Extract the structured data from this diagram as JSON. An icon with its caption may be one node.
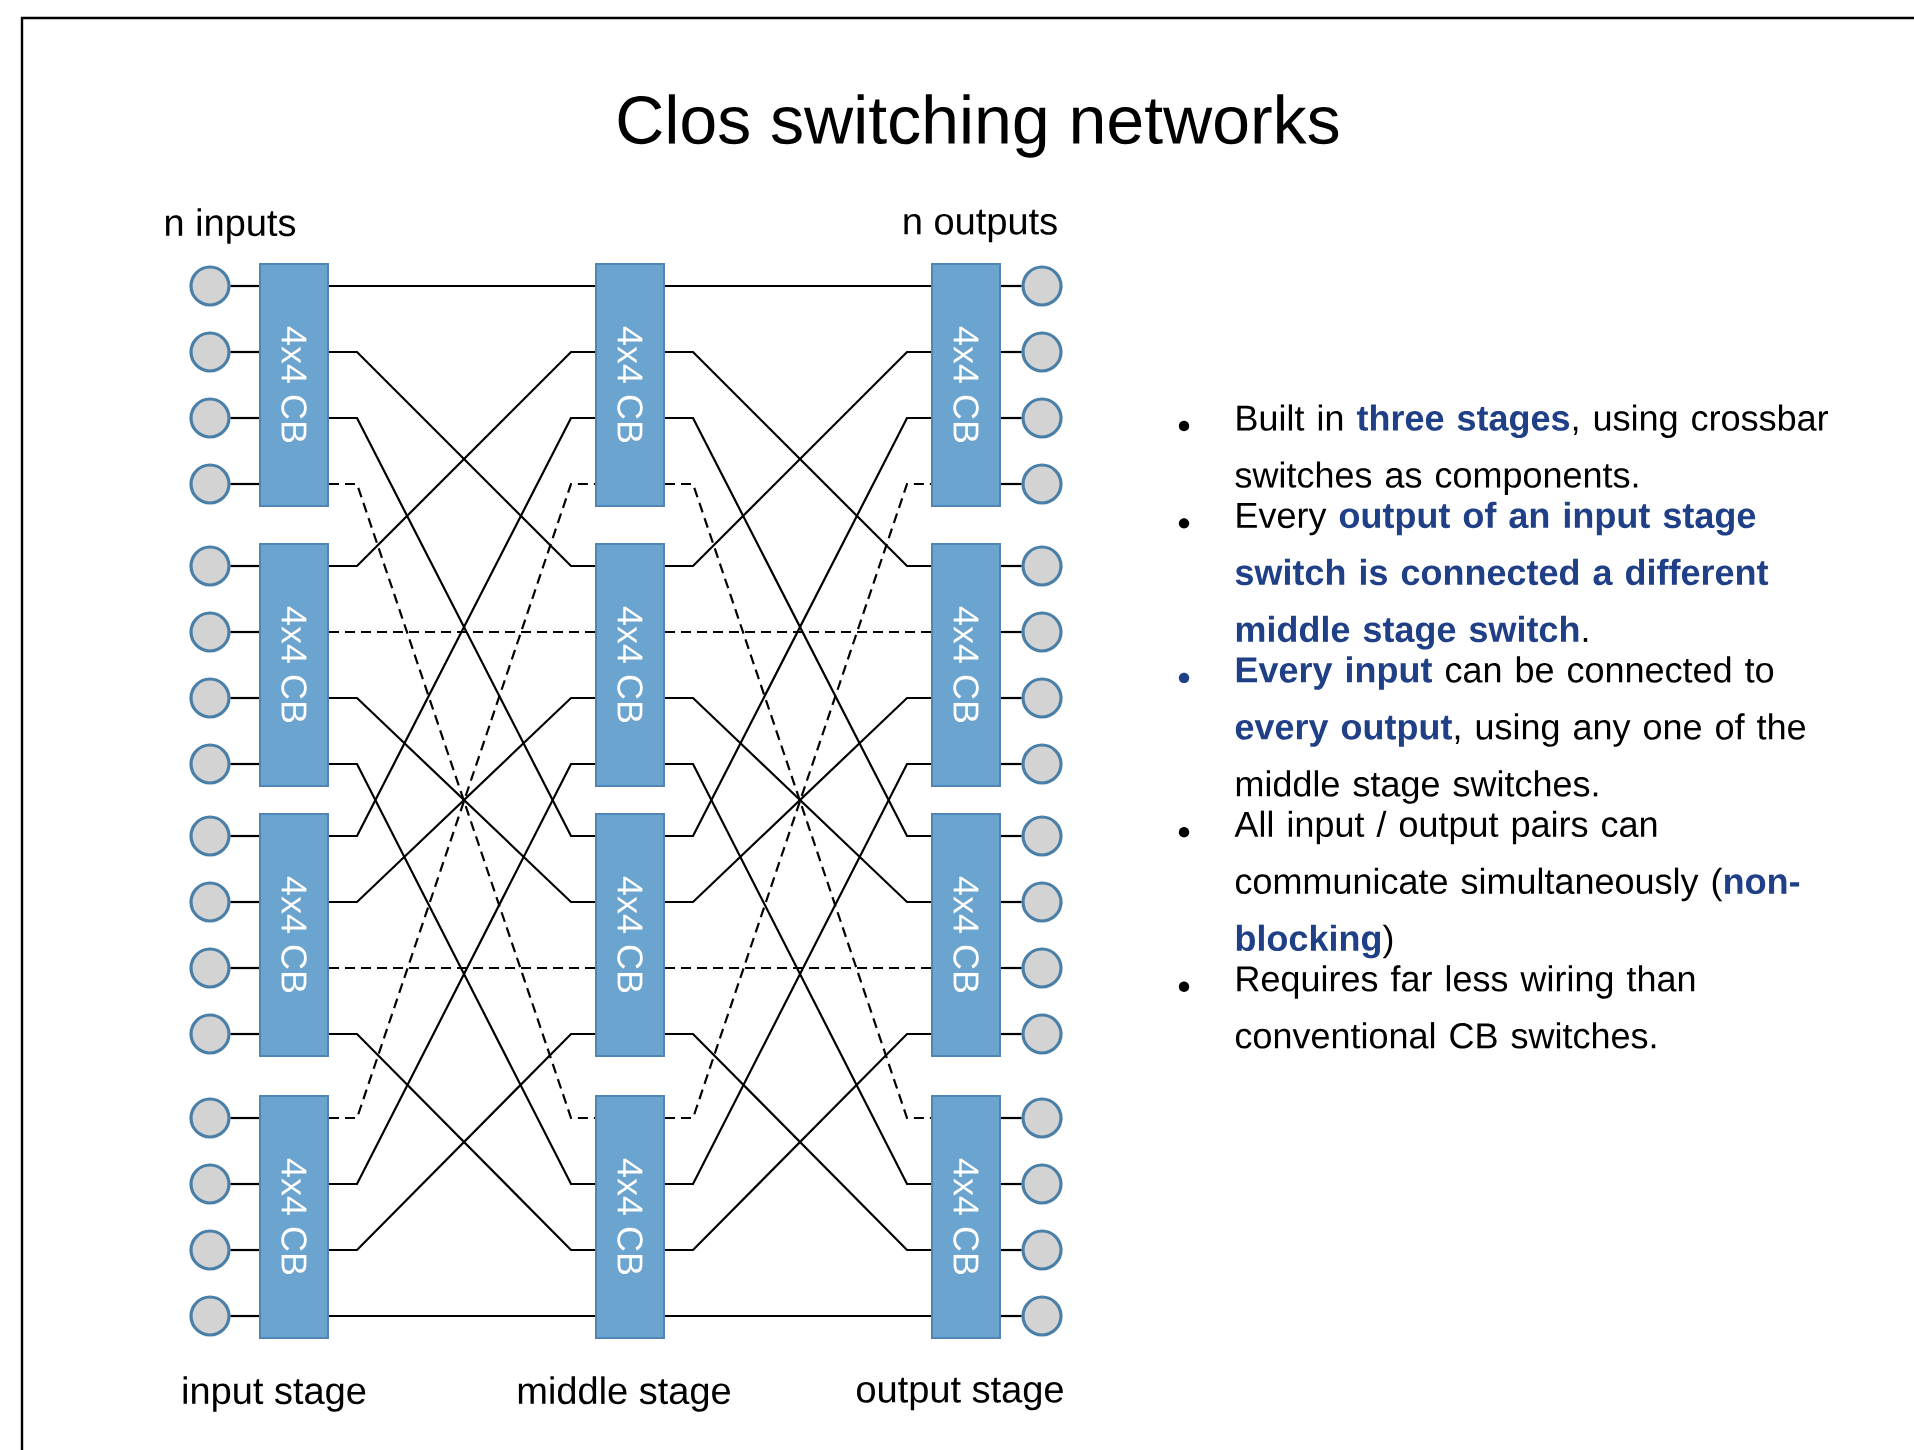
{
  "diagram": {
    "title": "Clos switching networks",
    "nodes": [
      {
        "text": [],
        "shape": "circle"
      },
      {
        "text": [],
        "shape": "circle"
      },
      {
        "text": [],
        "shape": "circle"
      },
      {
        "text": [],
        "shape": "circle"
      },
      {
        "text": [],
        "shape": "circle"
      },
      {
        "text": [],
        "shape": "circle"
      },
      {
        "text": [],
        "shape": "circle"
      },
      {
        "text": [],
        "shape": "circle"
      },
      {
        "text": [],
        "shape": "circle"
      },
      {
        "text": [],
        "shape": "circle"
      },
      {
        "text": [],
        "shape": "circle"
      },
      {
        "text": [],
        "shape": "circle"
      },
      {
        "text": [],
        "shape": "circle"
      },
      {
        "text": [],
        "shape": "circle"
      },
      {
        "text": [],
        "shape": "circle"
      },
      {
        "text": [],
        "shape": "circle"
      },
      {
        "text": [
          "4x4 CB"
        ]
      },
      {
        "text": [
          "4x4 CB"
        ]
      },
      {
        "text": [
          "4x4 CB"
        ]
      },
      {
        "text": [
          "4x4 CB"
        ]
      },
      {
        "text": [
          "4x4 CB"
        ]
      },
      {
        "text": [
          "4x4 CB"
        ]
      },
      {
        "text": [
          "4x4 CB"
        ]
      },
      {
        "text": [
          "4x4 CB"
        ]
      },
      {
        "text": [
          "4x4 CB"
        ]
      },
      {
        "text": [
          "4x4 CB"
        ]
      },
      {
        "text": [
          "4x4 CB"
        ]
      },
      {
        "text": [
          "4x4 CB"
        ]
      },
      {
        "text": [],
        "shape": "circle"
      },
      {
        "text": [],
        "shape": "circle"
      },
      {
        "text": [],
        "shape": "circle"
      },
      {
        "text": [],
        "shape": "circle"
      },
      {
        "text": [],
        "shape": "circle"
      },
      {
        "text": [],
        "shape": "circle"
      },
      {
        "text": [],
        "shape": "circle"
      },
      {
        "text": [],
        "shape": "circle"
      },
      {
        "text": [],
        "shape": "circle"
      },
      {
        "text": [],
        "shape": "circle"
      },
      {
        "text": [],
        "shape": "circle"
      },
      {
        "text": [],
        "shape": "circle"
      },
      {
        "text": [],
        "shape": "circle"
      },
      {
        "text": [],
        "shape": "circle"
      },
      {
        "text": [],
        "shape": "circle"
      },
      {
        "text": [],
        "shape": "circle"
      }
    ],
    "edges": [
      {
        "from": 0,
        "to": 16,
        "arrow": "none"
      },
      {
        "from": 1,
        "to": 16,
        "arrow": "none"
      },
      {
        "from": 2,
        "to": 16,
        "arrow": "none"
      },
      {
        "from": 3,
        "to": 16,
        "arrow": "none"
      },
      {
        "from": 4,
        "to": 17,
        "arrow": "none"
      },
      {
        "from": 5,
        "to": 17,
        "arrow": "none"
      },
      {
        "from": 6,
        "to": 17,
        "arrow": "none"
      },
      {
        "from": 7,
        "to": 17,
        "arrow": "none"
      },
      {
        "from": 8,
        "to": 18,
        "arrow": "none"
      },
      {
        "from": 9,
        "to": 18,
        "arrow": "none"
      },
      {
        "from": 10,
        "to": 18,
        "arrow": "none"
      },
      {
        "from": 11,
        "to": 18,
        "arrow": "none"
      },
      {
        "from": 12,
        "to": 19,
        "arrow": "none"
      },
      {
        "from": 13,
        "to": 19,
        "arrow": "none"
      },
      {
        "from": 14,
        "to": 19,
        "arrow": "none"
      },
      {
        "from": 15,
        "to": 19,
        "arrow": "none"
      },
      {
        "from": 16,
        "to": 20,
        "arrow": "none"
      },
      {
        "from": 16,
        "to": 21,
        "arrow": "none"
      },
      {
        "from": 16,
        "to": 22,
        "arrow": "none"
      },
      {
        "from": 16,
        "to": 23,
        "arrow": "none",
        "style": "dashed"
      },
      {
        "from": 17,
        "to": 20,
        "arrow": "none"
      },
      {
        "from": 17,
        "to": 21,
        "arrow": "none",
        "style": "dashed"
      },
      {
        "from": 17,
        "to": 22,
        "arrow": "none"
      },
      {
        "from": 17,
        "to": 23,
        "arrow": "none"
      },
      {
        "from": 18,
        "to": 20,
        "arrow": "none"
      },
      {
        "from": 18,
        "to": 21,
        "arrow": "none"
      },
      {
        "from": 18,
        "to": 22,
        "arrow": "none",
        "style": "dashed"
      },
      {
        "from": 18,
        "to": 23,
        "arrow": "none"
      },
      {
        "from": 19,
        "to": 20,
        "arrow": "none",
        "style": "dashed"
      },
      {
        "from": 19,
        "to": 21,
        "arrow": "none"
      },
      {
        "from": 19,
        "to": 22,
        "arrow": "none"
      },
      {
        "from": 19,
        "to": 23,
        "arrow": "none"
      },
      {
        "from": 20,
        "to": 24,
        "arrow": "none"
      },
      {
        "from": 20,
        "to": 25,
        "arrow": "none"
      },
      {
        "from": 20,
        "to": 26,
        "arrow": "none"
      },
      {
        "from": 20,
        "to": 27,
        "arrow": "none",
        "style": "dashed"
      },
      {
        "from": 21,
        "to": 24,
        "arrow": "none"
      },
      {
        "from": 21,
        "to": 25,
        "arrow": "none",
        "style": "dashed"
      },
      {
        "from": 21,
        "to": 26,
        "arrow": "none"
      },
      {
        "from": 21,
        "to": 27,
        "arrow": "none"
      },
      {
        "from": 22,
        "to": 24,
        "arrow": "none"
      },
      {
        "from": 22,
        "to": 25,
        "arrow": "none"
      },
      {
        "from": 22,
        "to": 26,
        "arrow": "none",
        "style": "dashed"
      },
      {
        "from": 22,
        "to": 27,
        "arrow": "none"
      },
      {
        "from": 23,
        "to": 24,
        "arrow": "none",
        "style": "dashed"
      },
      {
        "from": 23,
        "to": 25,
        "arrow": "none"
      },
      {
        "from": 23,
        "to": 26,
        "arrow": "none"
      },
      {
        "from": 23,
        "to": 27,
        "arrow": "none"
      },
      {
        "from": 24,
        "to": 28,
        "arrow": "none"
      },
      {
        "from": 24,
        "to": 29,
        "arrow": "none"
      },
      {
        "from": 24,
        "to": 30,
        "arrow": "none"
      },
      {
        "from": 24,
        "to": 31,
        "arrow": "none"
      },
      {
        "from": 25,
        "to": 32,
        "arrow": "none"
      },
      {
        "from": 25,
        "to": 33,
        "arrow": "none"
      },
      {
        "from": 25,
        "to": 34,
        "arrow": "none"
      },
      {
        "from": 25,
        "to": 35,
        "arrow": "none"
      },
      {
        "from": 26,
        "to": 36,
        "arrow": "none"
      },
      {
        "from": 26,
        "to": 37,
        "arrow": "none"
      },
      {
        "from": 26,
        "to": 38,
        "arrow": "none"
      },
      {
        "from": 26,
        "to": 39,
        "arrow": "none"
      },
      {
        "from": 27,
        "to": 40,
        "arrow": "none"
      },
      {
        "from": 27,
        "to": 41,
        "arrow": "none"
      },
      {
        "from": 27,
        "to": 42,
        "arrow": "none"
      },
      {
        "from": 27,
        "to": 43,
        "arrow": "none"
      }
    ],
    "labels": [
      "n inputs",
      "n outputs",
      "Built in **three stages**, using crossbar switches as components.",
      "Every **output of an input stage switch is connected a different middle stage switch**.",
      "**Every input** can be connected to **every output**, using any one of the middle stage switches.",
      "All input / output pairs can communicate simultaneously (**non-blocking**)",
      "Requires far less wiring than conventional CB switches.",
      "input stage",
      "middle stage",
      "output stage"
    ]
  }
}
